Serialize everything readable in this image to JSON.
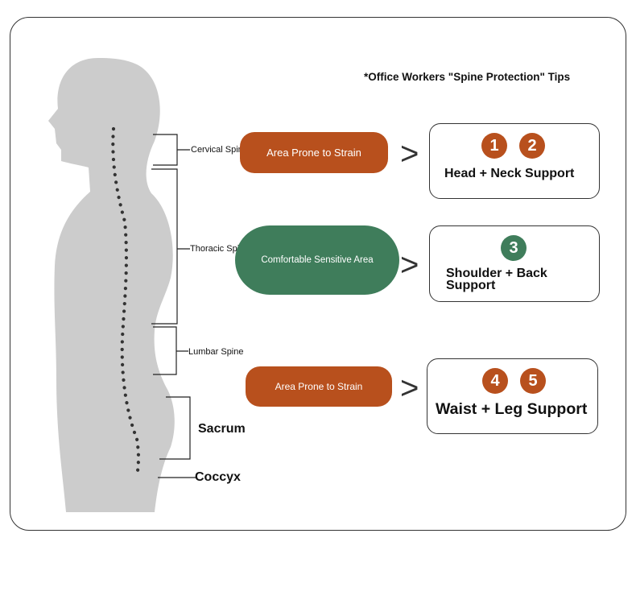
{
  "title": "*Office Workers \"Spine Protection\" Tips",
  "spine_labels": {
    "cervical": "Cervical Spine",
    "thoracic": "Thoracic Spine",
    "lumbar": "Lumbar Spine",
    "sacrum": "Sacrum",
    "coccyx": "Coccyx"
  },
  "areas": {
    "top": "Area Prone to Strain",
    "middle": "Comfortable Sensitive Area",
    "bottom": "Area Prone to Strain"
  },
  "arrow": ">",
  "supports": [
    {
      "badges": [
        "1",
        "2"
      ],
      "label": "Head + Neck Support"
    },
    {
      "badges": [
        "3"
      ],
      "label_line1": "Shoulder + Back",
      "label_line2": "Support"
    },
    {
      "badges": [
        "4",
        "5"
      ],
      "label": "Waist + Leg Support"
    }
  ],
  "colors": {
    "strain": "#b8501d",
    "comfortable": "#3f7d5b",
    "silhouette": "#cccccc"
  }
}
